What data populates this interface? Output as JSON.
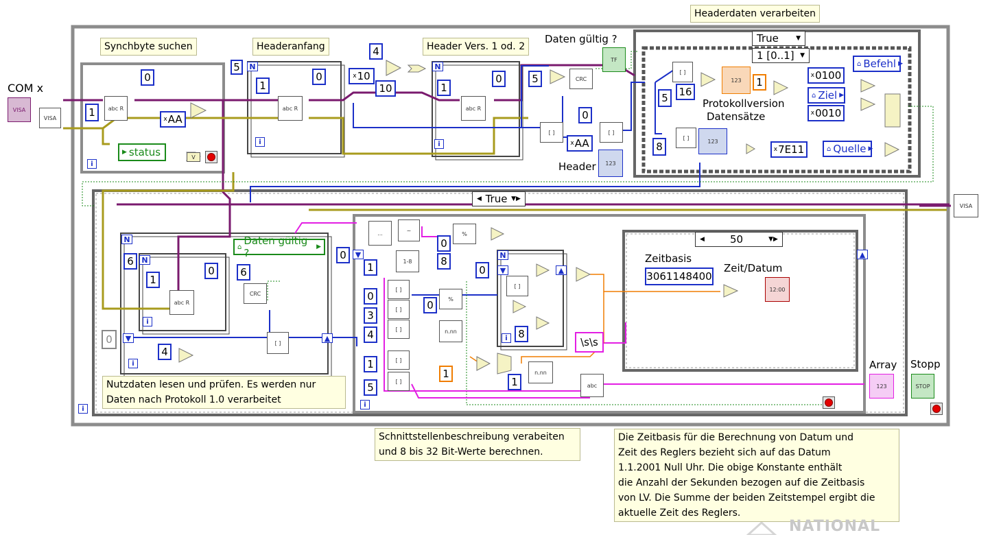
{
  "notes": {
    "header_process": "Headerdaten verarbeiten",
    "sync": "Synchbyte suchen",
    "header_start": "Headeranfang",
    "header_version": "Header Vers. 1 od. 2",
    "payload_line1": "Nutzdaten lesen und prüfen. Es werden nur",
    "payload_line2": "Daten nach Protokoll 1.0 verarbeitet",
    "iface_line1": "Schnittstellenbeschreibung verabeiten",
    "iface_line2": "und 8 bis 32 Bit-Werte berechnen.",
    "time_line1": "Die Zeitbasis für die Berechnung von Datum und",
    "time_line2": "Zeit des Reglers bezieht sich auf das Datum",
    "time_line3": "1.1.2001 Null Uhr. Die obige Konstante enthält",
    "time_line4": "die Anzahl der Sekunden bezogen auf die Zeitbasis",
    "time_line5": "von LV. Die Summe der beiden Zeitstempel ergibt die",
    "time_line6": "aktuelle Zeit des Reglers."
  },
  "labels": {
    "com": "COM x",
    "daten_gueltig": "Daten gültig ?",
    "header": "Header",
    "protokollversion": "Protokollversion",
    "datensaetze": "Datensätze",
    "zeitbasis": "Zeitbasis",
    "zeit_datum": "Zeit/Datum",
    "array": "Array",
    "stopp": "Stopp",
    "watermark": "NATIONAL"
  },
  "case_selectors": {
    "header_case": "True",
    "header_sequence": "1 [0..1]",
    "main_case": "True",
    "inner_case": "50"
  },
  "constants": {
    "sync_zero": "0",
    "sync_one": "1",
    "sync_aa": "AA",
    "header_loop_n": "5",
    "header_one": "1",
    "header_zero": "0",
    "four": "4",
    "ten_hex": "10",
    "ten": "10",
    "v_one": "1",
    "v_zero": "0",
    "five": "5",
    "zero_mid": "0",
    "aa_mid": "AA",
    "hd_five": "5",
    "hd_sixteen": "16",
    "hd_eight": "8",
    "hd_one": "1",
    "hex_0100": "0100",
    "hex_0010": "0010",
    "hex_7e11": "7E11",
    "p_six": "6",
    "p_one": "1",
    "p_zero": "0",
    "p_six_b": "6",
    "p_four": "4",
    "p_zero_ctrl": "0",
    "s_zero_left": "0",
    "s_one": "1",
    "s_zero": "0",
    "s_three": "3",
    "s_four": "4",
    "s_one_b": "1",
    "s_five": "5",
    "s_zero_b": "0",
    "s_eight": "8",
    "s_zero_c": "0",
    "s_zero_d": "0",
    "s_eight_b": "8",
    "s_one_orange": "1",
    "s_one_c": "1",
    "escape": "\\s\\s",
    "zeitbasis_value": "3061148400"
  },
  "enums": {
    "befehl": "Befehl",
    "ziel": "Ziel",
    "quelle": "Quelle",
    "status": "status",
    "daten_gueltig_local": "Daten gültig ?"
  },
  "colors": {
    "integer_wire": "#1b2fc8",
    "visa_wire": "#7a1a6e",
    "error_wire": "#a89b1d",
    "boolean_wire": "#1a8a1a",
    "string_wire": "#e31ee3",
    "float_wire": "#f07d00",
    "structure": "#8c8c8c",
    "note_bg": "#ffffe1"
  }
}
